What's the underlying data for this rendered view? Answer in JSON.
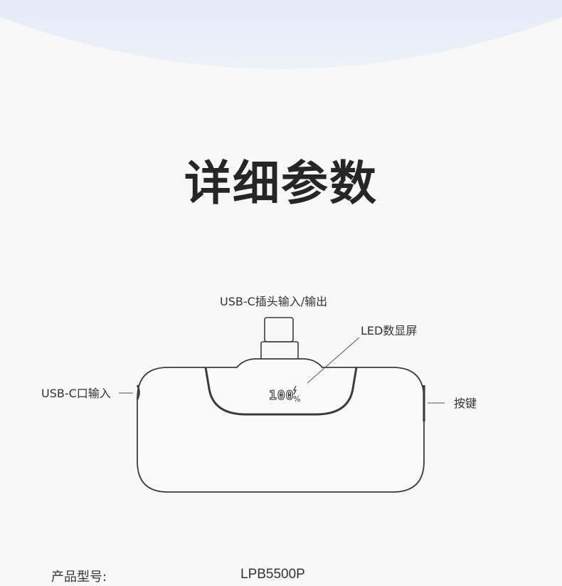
{
  "page": {
    "title": "详细参数"
  },
  "diagram": {
    "labels": {
      "usb_c_plug": "USB-C插头输入/输出",
      "led_display": "LED数显屏",
      "usb_c_port": "USB-C口输入",
      "button": "按键"
    },
    "display": {
      "reading": "100",
      "unit": "%",
      "icon": "lightning-icon"
    }
  },
  "specs": [
    {
      "label": "产品型号:",
      "value": "LPB5500P"
    }
  ],
  "colors": {
    "background": "#f8f8f8",
    "arc": "#e8eff8",
    "title": "#262626",
    "outline": "#3c3c3c",
    "text": "#333333"
  }
}
